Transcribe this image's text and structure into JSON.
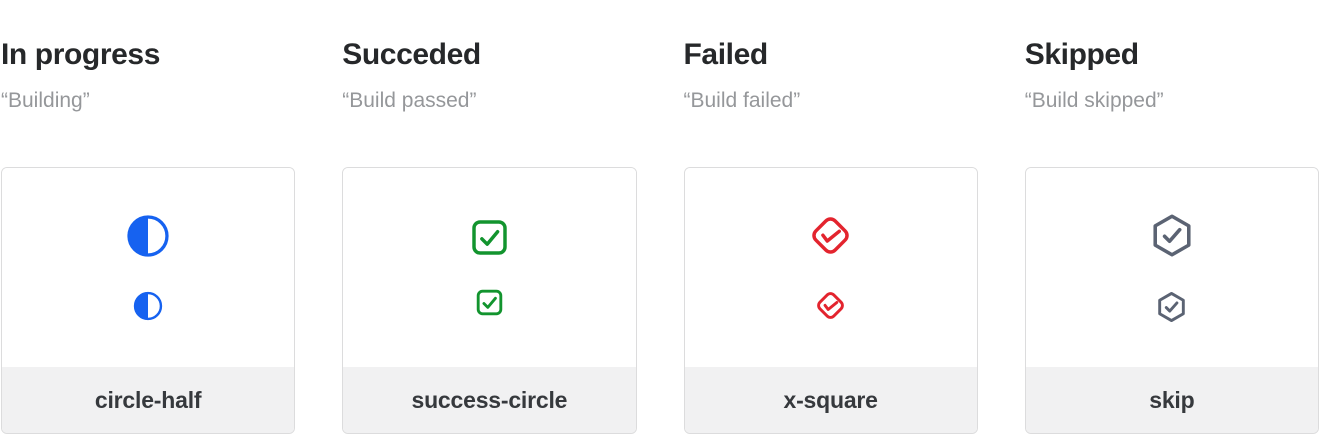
{
  "colors": {
    "heading_text": "#26282a",
    "message_text": "#95979a",
    "card_border": "#dcdcdd",
    "footer_background": "#f1f1f2",
    "label_text": "#36393d",
    "in_progress_blue": "#1662f0",
    "succeeded_green": "#12942e",
    "failed_red": "#e3242e",
    "skipped_slate": "#5b6373"
  },
  "statuses": [
    {
      "title": "In progress",
      "message": "“Building”",
      "icon": "circle-half-icon",
      "icon_color": "#1662f0",
      "icon_name": "circle-half"
    },
    {
      "title": "Succeded",
      "message": "“Build passed”",
      "icon": "check-square-icon",
      "icon_color": "#12942e",
      "icon_name": "success-circle"
    },
    {
      "title": "Failed",
      "message": "“Build failed”",
      "icon": "check-diamond-icon",
      "icon_color": "#e3242e",
      "icon_name": "x-square"
    },
    {
      "title": "Skipped",
      "message": "“Build skipped”",
      "icon": "check-hexagon-icon",
      "icon_color": "#5b6373",
      "icon_name": "skip"
    }
  ]
}
